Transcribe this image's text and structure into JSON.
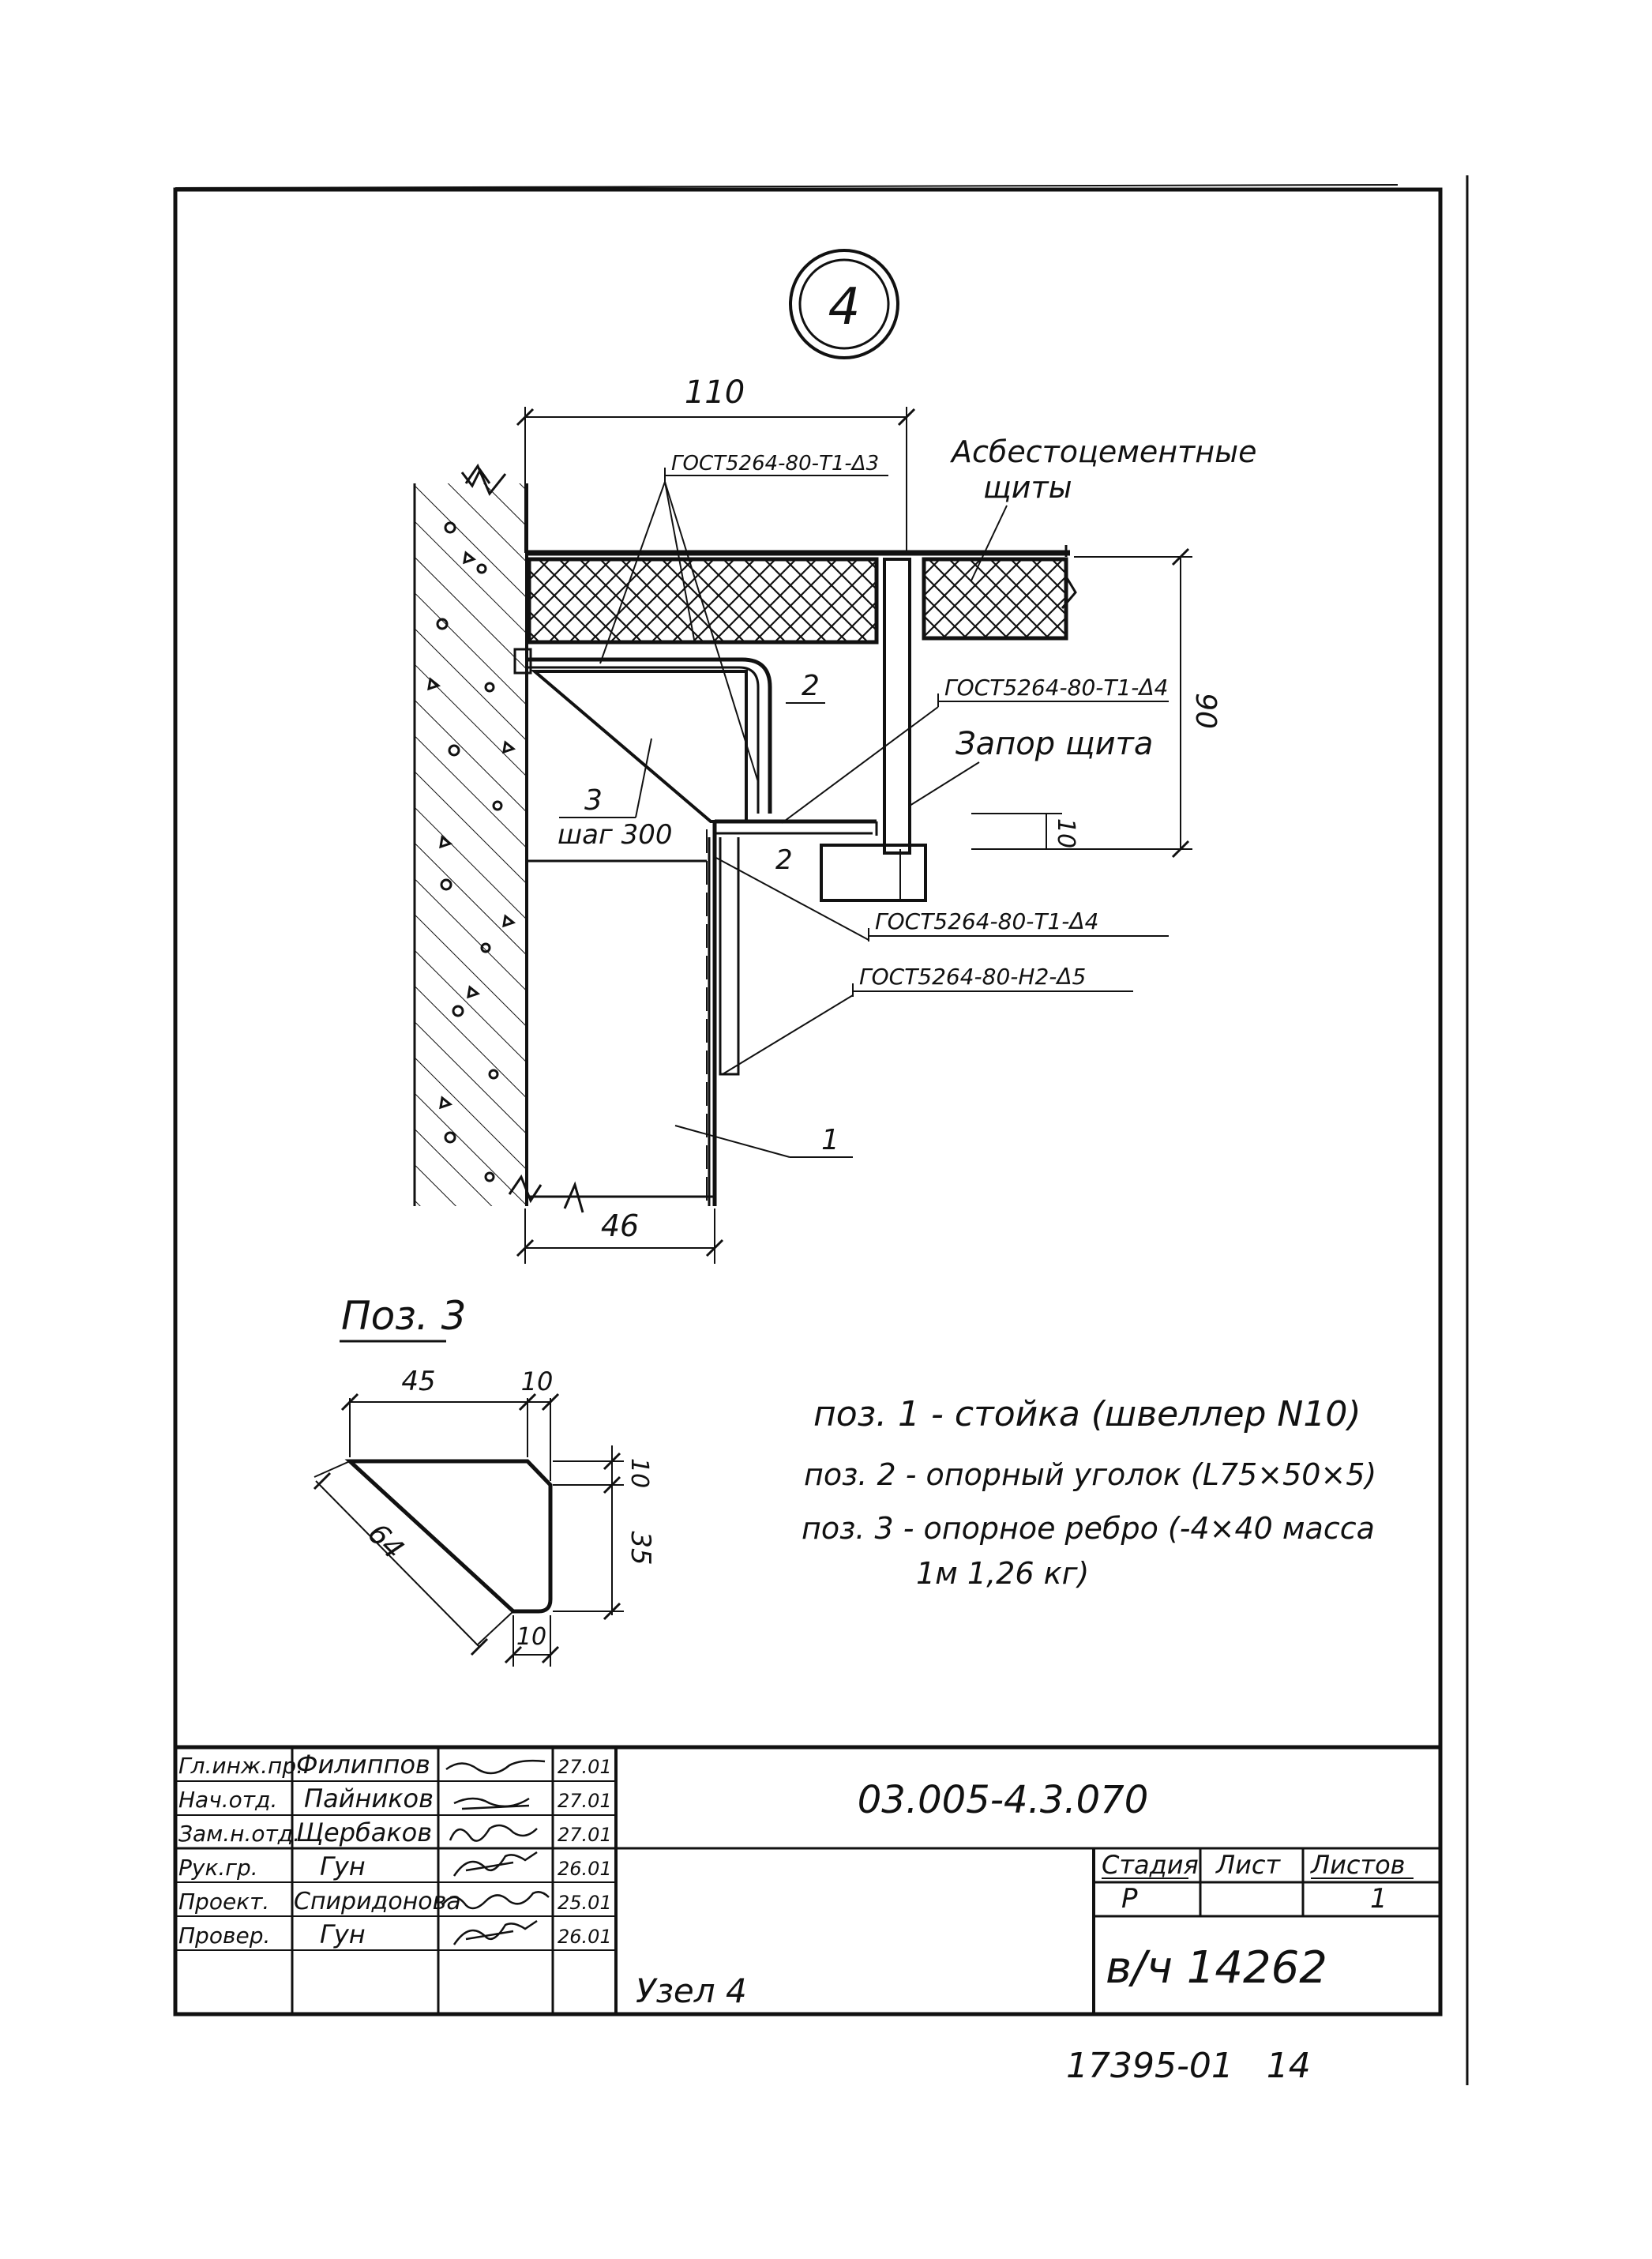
{
  "node": {
    "number": "4"
  },
  "main_section": {
    "dim_top": "110",
    "dim_bottom": "46",
    "dim_right": "90",
    "dim_small": "10",
    "weld_top": "ГОСТ5264-80-Т1-Δ3",
    "weld_mid": "ГОСТ5264-80-Т1-Δ4",
    "weld_low1": "ГОСТ5264-80-Т1-Δ4",
    "weld_low2": "ГОСТ5264-80-Н2-Δ5",
    "asbestos_line1": "Асбестоцементные",
    "asbestos_line2": "щиты",
    "lock_label": "Запор щита",
    "pos2_upper": "2",
    "pos2_lower": "2",
    "pos3": "3",
    "pos3_step": "шаг 300",
    "pos1": "1"
  },
  "pos3_detail": {
    "title": "Поз. 3",
    "dim_width": "45",
    "dim_chamfer_top": "10",
    "dim_right_top": "10",
    "dim_height": "35",
    "dim_diagonal": "64",
    "dim_bottom": "10"
  },
  "legend": [
    "поз. 1 - стойка (швеллер N10)",
    "поз. 2 - опорный уголок (L75×50×5)",
    "поз. 3 - опорное ребро (-4×40 масса",
    "1м 1,26 кг)"
  ],
  "title_block": {
    "rows": [
      {
        "role": "Гл.инж.пр.",
        "name": "Филиппов",
        "date": "27.01"
      },
      {
        "role": "Нач.отд.",
        "name": "Пайников",
        "date": "27.01"
      },
      {
        "role": "Зам.н.отд.",
        "name": "Щербаков",
        "date": "27.01"
      },
      {
        "role": "Рук.гр.",
        "name": "Гун",
        "date": "26.01"
      },
      {
        "role": "Проект.",
        "name": "Спиридонова",
        "date": "25.01"
      },
      {
        "role": "Провер.",
        "name": "Гун",
        "date": "26.01"
      }
    ],
    "doc_code": "03.005-4.3.070",
    "title": "Узел 4",
    "stage_header": "Стадия",
    "sheet_header": "Лист",
    "sheets_header": "Листов",
    "stage": "Р",
    "sheet": "",
    "sheets": "1",
    "org": "в/ч 14262"
  },
  "footer_number": "17395-01   14"
}
